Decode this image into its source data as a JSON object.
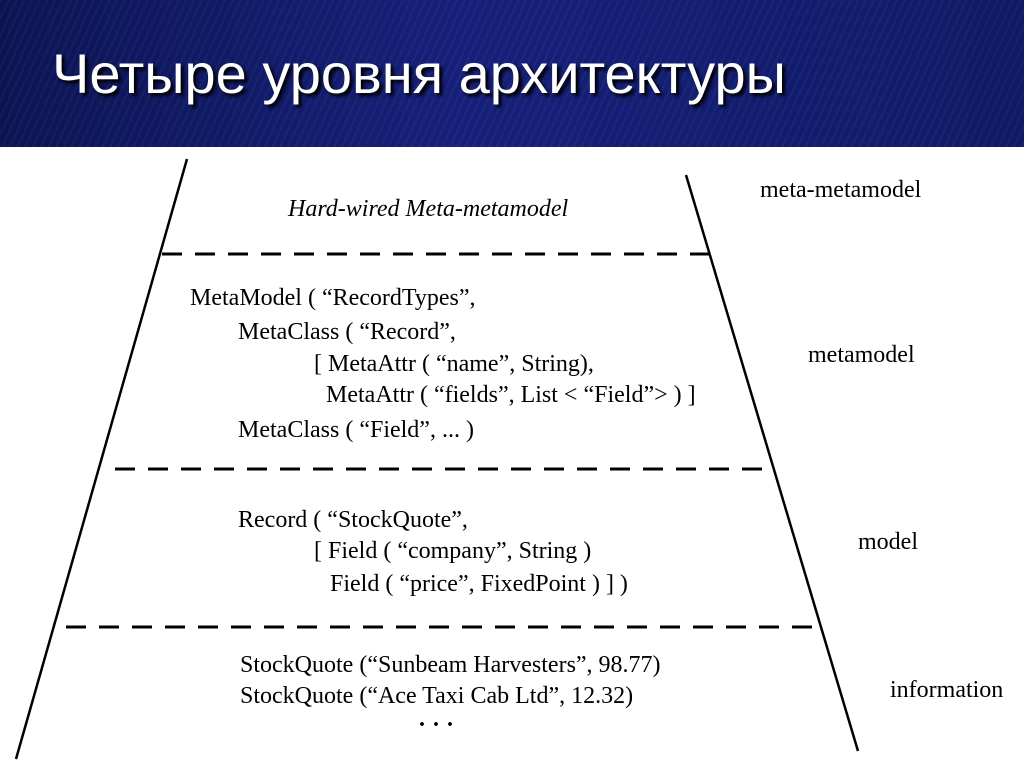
{
  "slide": {
    "title": "Четыре уровня архитектуры"
  },
  "diagram": {
    "layers": [
      {
        "id": "meta-metamodel",
        "label": "meta-metamodel",
        "lines": [
          "Hard-wired Meta-metamodel"
        ]
      },
      {
        "id": "metamodel",
        "label": "metamodel",
        "lines": [
          "MetaModel ( “RecordTypes”,",
          "MetaClass ( “Record”,",
          "[ MetaAttr ( “name”, String),",
          "MetaAttr ( “fields”, List < “Field”> ) ]",
          "MetaClass ( “Field”, ... )"
        ]
      },
      {
        "id": "model",
        "label": "model",
        "lines": [
          "Record ( “StockQuote”,",
          "[ Field ( “company”, String )",
          "Field ( “price”, FixedPoint ) ] )"
        ]
      },
      {
        "id": "information",
        "label": "information",
        "lines": [
          "StockQuote (“Sunbeam Harvesters”, 98.77)",
          "StockQuote (“Ace Taxi Cab Ltd”, 12.32)",
          "· · ·"
        ]
      }
    ],
    "colors": {
      "header": "#101a66",
      "title_text": "#ffffff",
      "lines": "#000000"
    }
  }
}
